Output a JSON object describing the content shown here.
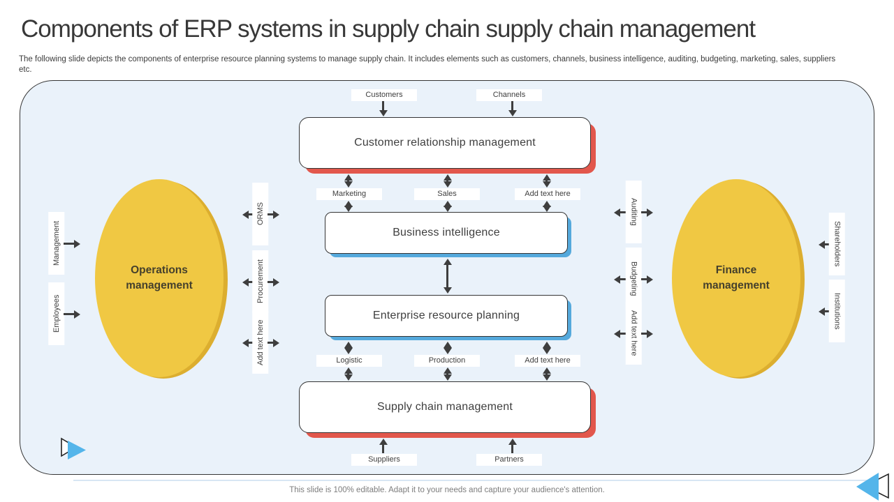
{
  "slide": {
    "title": "Components of ERP systems in supply chain supply chain management",
    "subtitle": "The following slide depicts the components of enterprise resource planning systems to manage supply chain. It includes elements such as customers, channels, business intelligence, auditing, budgeting, marketing, sales, suppliers etc.",
    "footer_note": "This slide is 100% editable. Adapt it to your needs and capture your audience's attention."
  },
  "diagram": {
    "center_boxes": [
      {
        "id": "crm",
        "label": "Customer relationship management",
        "accent": "#e2574c"
      },
      {
        "id": "bi",
        "label": "Business intelligence",
        "accent": "#55a9dc"
      },
      {
        "id": "erp",
        "label": "Enterprise resource planning",
        "accent": "#55a9dc"
      },
      {
        "id": "scm",
        "label": "Supply chain management",
        "accent": "#e2574c"
      }
    ],
    "ellipses": [
      {
        "id": "operations",
        "label": "Operations management",
        "fill": "#f0c843"
      },
      {
        "id": "finance",
        "label": "Finance management",
        "fill": "#f0c843"
      }
    ],
    "top_labels": [
      "Customers",
      "Channels"
    ],
    "crm_bi_labels": [
      "Marketing",
      "Sales",
      "Add text here"
    ],
    "erp_scm_labels": [
      "Logistic",
      "Production",
      "Add text here"
    ],
    "bottom_labels": [
      "Suppliers",
      "Partners"
    ],
    "left_outer_labels": [
      "Management",
      "Employees"
    ],
    "left_inner_labels": [
      "ORMS",
      "Procurement",
      "Add text here"
    ],
    "right_inner_labels": [
      "Auditing",
      "Budgeting",
      "Add text here"
    ],
    "right_outer_labels": [
      "Shareholders",
      "Institutions"
    ]
  },
  "colors": {
    "canvas_background": "#eaf2fa",
    "red_accent": "#e2574c",
    "blue_accent": "#55a9dc",
    "ellipse_yellow": "#f0c843",
    "ellipse_rim": "#dcae2f",
    "ink": "#3e3e3e",
    "footer_gray": "#7d7d7d",
    "icon_blue": "#54b5ea"
  }
}
